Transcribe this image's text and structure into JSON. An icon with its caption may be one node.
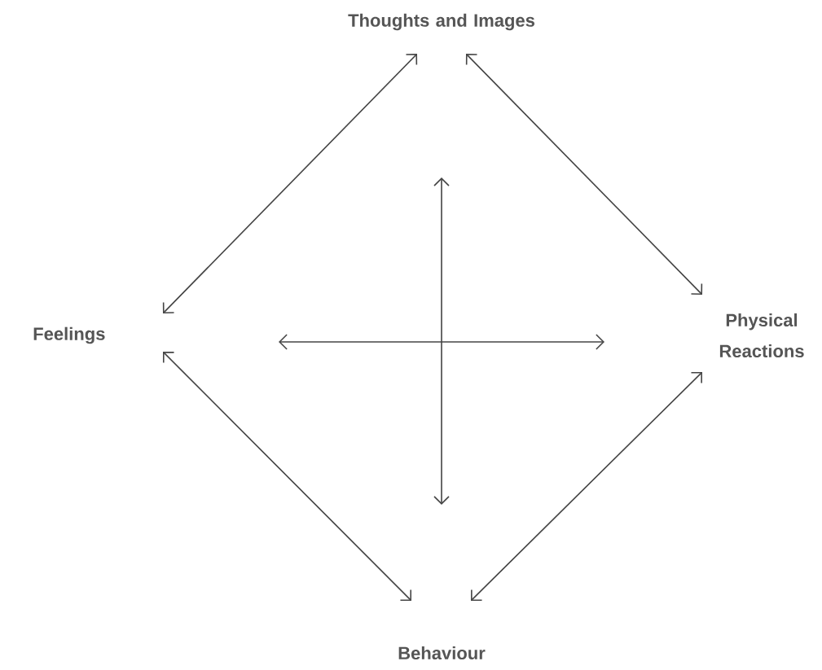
{
  "diagram": {
    "nodes": [
      {
        "text": [
          "Thoughts and Images"
        ]
      },
      {
        "text": [
          "Feelings"
        ]
      },
      {
        "text": [
          "Physical Reactions"
        ]
      },
      {
        "text": [
          "Behaviour"
        ]
      }
    ],
    "edges": [
      {
        "from": 0,
        "to": 1,
        "arrow": "both"
      },
      {
        "from": 0,
        "to": 2,
        "arrow": "both"
      },
      {
        "from": 1,
        "to": 3,
        "arrow": "both"
      },
      {
        "from": 2,
        "to": 3,
        "arrow": "both"
      }
    ]
  }
}
